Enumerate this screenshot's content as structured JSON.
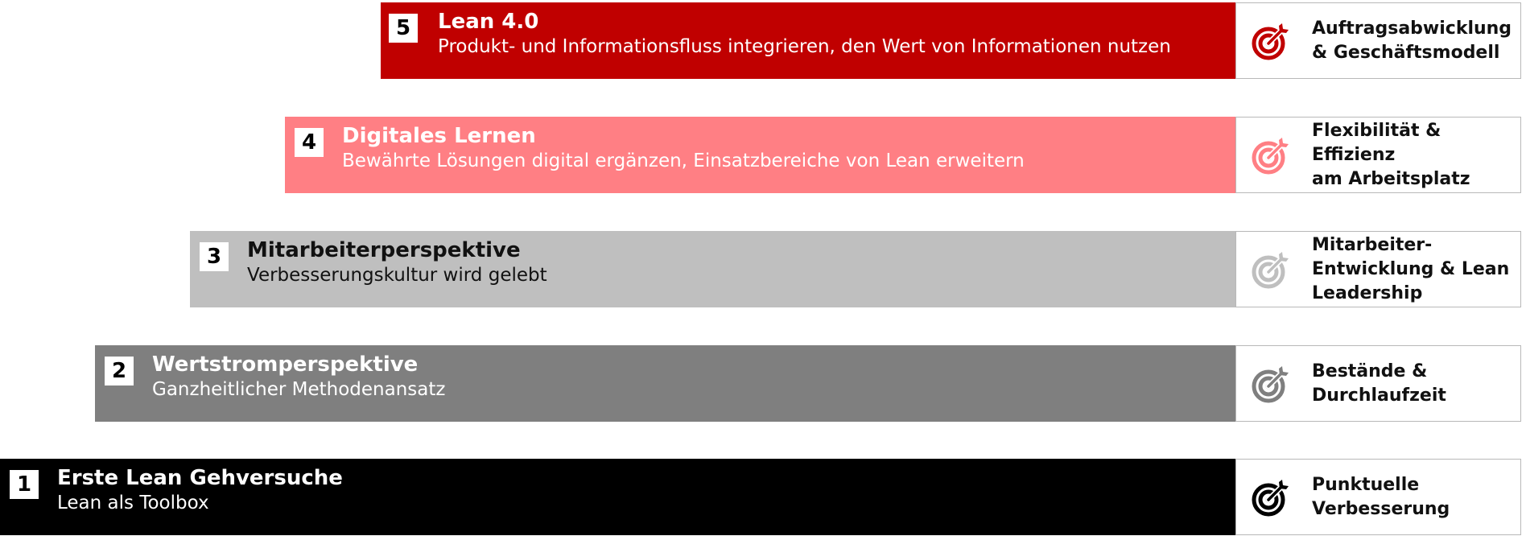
{
  "steps": [
    {
      "number": "5",
      "title": "Lean 4.0",
      "subtitle": "Produkt- und Informationsfluss integrieren, den Wert von Informationen nutzen",
      "goal": "Auftragsabwicklung\n& Geschäftsmodell",
      "bar_color": "#C00000",
      "text_color": "#FFFFFF",
      "icon": "target-arrow-icon",
      "icon_color": "#C00000"
    },
    {
      "number": "4",
      "title": "Digitales Lernen",
      "subtitle": "Bewährte Lösungen digital ergänzen, Einsatzbereiche von Lean erweitern",
      "goal": "Flexibilität & Effizienz\nam Arbeitsplatz",
      "bar_color": "#FF7F84",
      "text_color": "#FFFFFF",
      "icon": "target-arrow-icon",
      "icon_color": "#FF7F84"
    },
    {
      "number": "3",
      "title": "Mitarbeiterperspektive",
      "subtitle": "Verbesserungskultur wird gelebt",
      "goal": "Mitarbeiter-\nEntwicklung & Lean\nLeadership",
      "bar_color": "#BFBFBF",
      "text_color": "#111111",
      "icon": "target-arrow-icon",
      "icon_color": "#BFBFBF"
    },
    {
      "number": "2",
      "title": "Wertstromperspektive",
      "subtitle": "Ganzheitlicher Methodenansatz",
      "goal": "Bestände &\nDurchlaufzeit",
      "bar_color": "#7F7F7F",
      "text_color": "#FFFFFF",
      "icon": "target-arrow-icon",
      "icon_color": "#7F7F7F"
    },
    {
      "number": "1",
      "title": "Erste Lean Gehversuche",
      "subtitle": "Lean als Toolbox",
      "goal": "Punktuelle\nVerbesserung",
      "bar_color": "#000000",
      "text_color": "#FFFFFF",
      "icon": "target-arrow-icon",
      "icon_color": "#000000"
    }
  ]
}
